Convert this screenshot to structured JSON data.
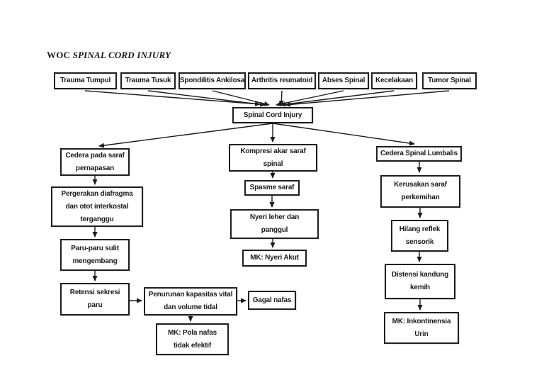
{
  "title": {
    "prefix": "WOC ",
    "emphasis": "SPINAL CORD INJURY"
  },
  "colors": {
    "ink": "#1b1b1b",
    "background": "#ffffff"
  },
  "causes": [
    "Trauma Tumpul",
    "Trauma Tusuk",
    "Spondilitis Ankilosa",
    "Arthritis reumatoid",
    "Abses Spinal",
    "Kecelakaan",
    "Tumor Spinal"
  ],
  "center": {
    "label": "Spinal Cord Injury"
  },
  "respiratory": {
    "injury": "Cedera pada saraf\npernapasan",
    "diaphragm": "Pergerakan diafragma\ndan otot interkostal\nterganggu",
    "lungs": "Paru-paru sulit\nmengembang",
    "retention": "Retensi sekresi\nparu",
    "capacity": "Penurunan kapasitas vital\ndan volume tidal",
    "failure": "Gagal nafas",
    "diagnosis": "MK: Pola nafas\ntidak efektif"
  },
  "pain": {
    "compression": "Kompresi akar saraf\nspinal",
    "spasm": "Spasme saraf",
    "location": "Nyeri leher dan\npanggul",
    "diagnosis": "MK: Nyeri Akut"
  },
  "urinary": {
    "lumbar": "Cedera Spinal Lumbalis",
    "nerve_damage": "Kerusakan saraf\nperkemihan",
    "reflex_loss": "Hilang reflek\nsensorik",
    "distension": "Distensi kandung\nkemih",
    "diagnosis": "MK: Inkontinensia\nUrin"
  }
}
